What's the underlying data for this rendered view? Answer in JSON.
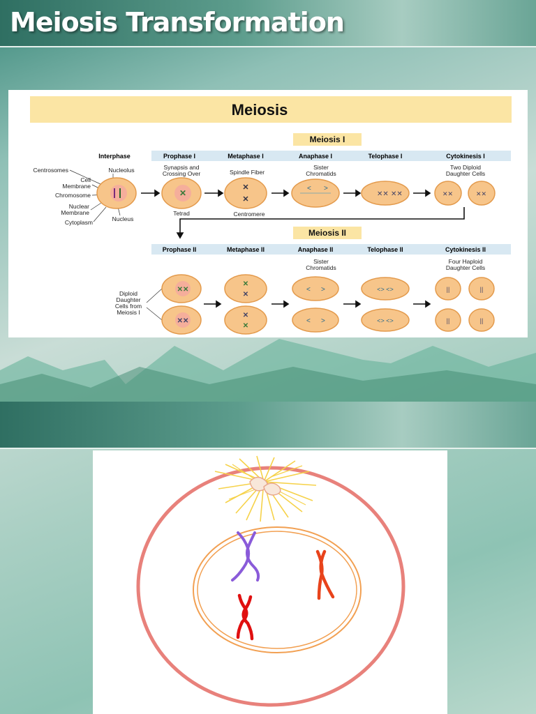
{
  "slide1": {
    "title": "Meiosis Transformation",
    "diagram": {
      "banner": "Meiosis",
      "meiosis1_label": "Meiosis I",
      "meiosis2_label": "Meiosis II",
      "phases1": [
        "Prophase I",
        "Metaphase I",
        "Anaphase I",
        "Telophase I",
        "Cytokinesis I"
      ],
      "phases2": [
        "Prophase II",
        "Metaphase II",
        "Anaphase II",
        "Telophase II",
        "Cytokinesis II"
      ],
      "interphase": "Interphase",
      "labels": {
        "centrosomes": "Centrosomes",
        "nucleolus": "Nucleolus",
        "cell": "Cell",
        "membrane": "Membrane",
        "chromosome": "Chromosome",
        "nuclear": "Nuclear",
        "nuclear_membrane": "Membrane",
        "cytoplasm": "Cytoplasm",
        "nucleus": "Nucleus",
        "synapsis": "Synapsis and",
        "crossing": "Crossing Over",
        "spindle": "Spindle Fiber",
        "sister1": "Sister",
        "chromatids1": "Chromatids",
        "two_diploid": "Two Diploid",
        "daughter_cells1": "Daughter Cells",
        "tetrad": "Tetrad",
        "centromere": "Centromere",
        "sister2": "Sister",
        "chromatids2": "Chromatids",
        "four_haploid": "Four Haploid",
        "daughter_cells2": "Daughter Cells",
        "diploid": "Diploid",
        "daughter": "Daughter",
        "cells_from": "Cells from",
        "meiosis_i": "Meiosis I"
      }
    }
  },
  "slide2": {
    "title": "",
    "colors": {
      "cell_membrane": "#e8817b",
      "nuclear_envelope": "#f2a052",
      "centrosome": "#f6d24a",
      "chromosome_purple": "#8a5bd9",
      "chromosome_red_orange": "#e8431b",
      "chromosome_red": "#e01010"
    }
  }
}
